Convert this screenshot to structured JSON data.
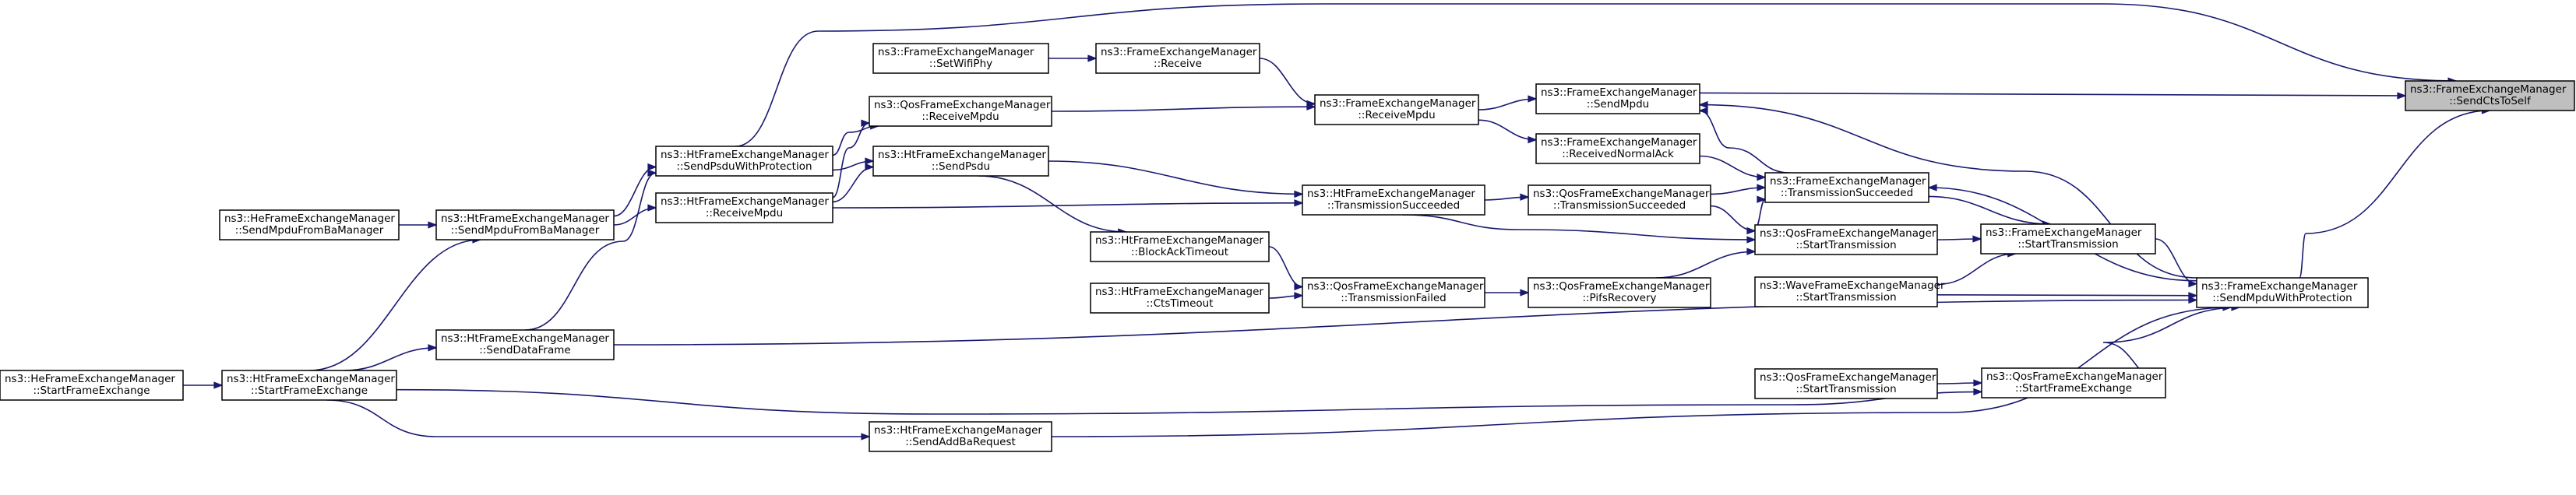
{
  "graph": {
    "edge_color": "#191970",
    "root_fill": "#bfbfbf",
    "nodes": {
      "root": [
        "ns3::FrameExchangeManager",
        "::SendCtsToSelf"
      ],
      "fem_sendmpdu": [
        "ns3::FrameExchangeManager",
        "::SendMpdu"
      ],
      "fem_sendmpduwithprotection": [
        "ns3::FrameExchangeManager",
        "::SendMpduWithProtection"
      ],
      "fem_receivempdu": [
        "ns3::FrameExchangeManager",
        "::ReceiveMpdu"
      ],
      "fem_receivednormalack": [
        "ns3::FrameExchangeManager",
        "::ReceivedNormalAck"
      ],
      "fem_receive": [
        "ns3::FrameExchangeManager",
        "::Receive"
      ],
      "fem_setwifiphy": [
        "ns3::FrameExchangeManager",
        "::SetWifiPhy"
      ],
      "fem_transmissionsucceeded": [
        "ns3::FrameExchangeManager",
        "::TransmissionSucceeded"
      ],
      "fem_starttransmission": [
        "ns3::FrameExchangeManager",
        "::StartTransmission"
      ],
      "qos_receivempdu": [
        "ns3::QosFrameExchangeManager",
        "::ReceiveMpdu"
      ],
      "qos_transmissionsucceeded": [
        "ns3::QosFrameExchangeManager",
        "::TransmissionSucceeded"
      ],
      "qos_starttransmission_a": [
        "ns3::QosFrameExchangeManager",
        "::StartTransmission"
      ],
      "qos_pifsrecovery": [
        "ns3::QosFrameExchangeManager",
        "::PifsRecovery"
      ],
      "qos_transmissionfailed": [
        "ns3::QosFrameExchangeManager",
        "::TransmissionFailed"
      ],
      "qos_startframeexchange": [
        "ns3::QosFrameExchangeManager",
        "::StartFrameExchange"
      ],
      "qos_starttransmission_b": [
        "ns3::QosFrameExchangeManager",
        "::StartTransmission"
      ],
      "ht_transmissionsucceeded": [
        "ns3::HtFrameExchangeManager",
        "::TransmissionSucceeded"
      ],
      "ht_sendpsdu": [
        "ns3::HtFrameExchangeManager",
        "::SendPsdu"
      ],
      "ht_sendpsduwithprotection": [
        "ns3::HtFrameExchangeManager",
        "::SendPsduWithProtection"
      ],
      "ht_receivempdu": [
        "ns3::HtFrameExchangeManager",
        "::ReceiveMpdu"
      ],
      "ht_blockacktimeout": [
        "ns3::HtFrameExchangeManager",
        "::BlockAckTimeout"
      ],
      "ht_ctstimeout": [
        "ns3::HtFrameExchangeManager",
        "::CtsTimeout"
      ],
      "ht_sendmpdufrombamanager": [
        "ns3::HtFrameExchangeManager",
        "::SendMpduFromBaManager"
      ],
      "ht_senddataframe": [
        "ns3::HtFrameExchangeManager",
        "::SendDataFrame"
      ],
      "ht_startframeexchange": [
        "ns3::HtFrameExchangeManager",
        "::StartFrameExchange"
      ],
      "ht_sendaddbarequest": [
        "ns3::HtFrameExchangeManager",
        "::SendAddBaRequest"
      ],
      "he_sendmpdufrombamanager": [
        "ns3::HeFrameExchangeManager",
        "::SendMpduFromBaManager"
      ],
      "he_startframeexchange": [
        "ns3::HeFrameExchangeManager",
        "::StartFrameExchange"
      ],
      "wave_starttransmission": [
        "ns3::WaveFrameExchangeManager",
        "::StartTransmission"
      ]
    }
  }
}
